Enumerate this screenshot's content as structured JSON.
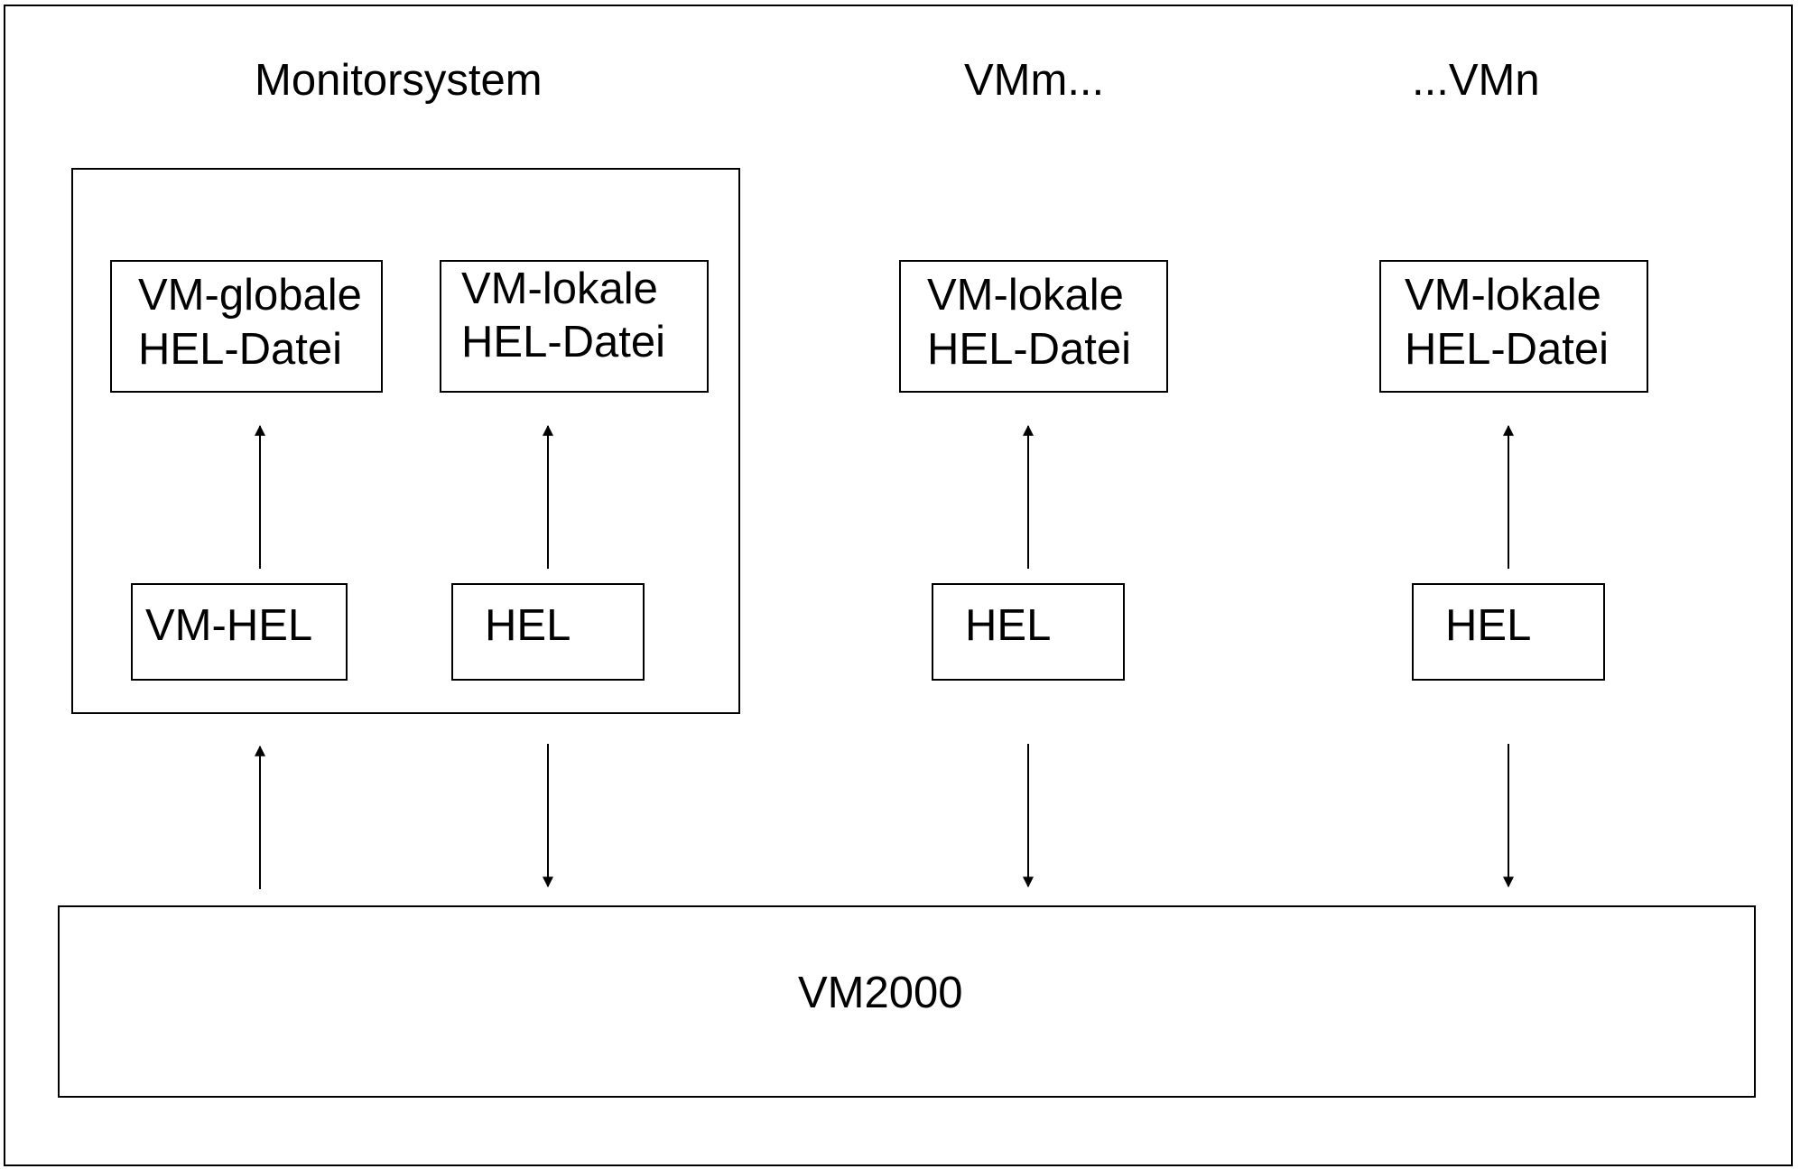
{
  "diagram": {
    "headings": {
      "monitorsystem": "Monitorsystem",
      "vmm": "VMm...",
      "vmn": "...VMn"
    },
    "monitorsystem": {
      "global_file": {
        "line1": "VM-globale",
        "line2": "HEL-Datei"
      },
      "local_file": {
        "line1": "VM-lokale",
        "line2": "HEL-Datei"
      },
      "vm_hel": "VM-HEL",
      "hel": "HEL"
    },
    "vmm": {
      "local_file": {
        "line1": "VM-lokale",
        "line2": "HEL-Datei"
      },
      "hel": "HEL"
    },
    "vmn": {
      "local_file": {
        "line1": "VM-lokale",
        "line2": "HEL-Datei"
      },
      "hel": "HEL"
    },
    "base": "VM2000"
  }
}
